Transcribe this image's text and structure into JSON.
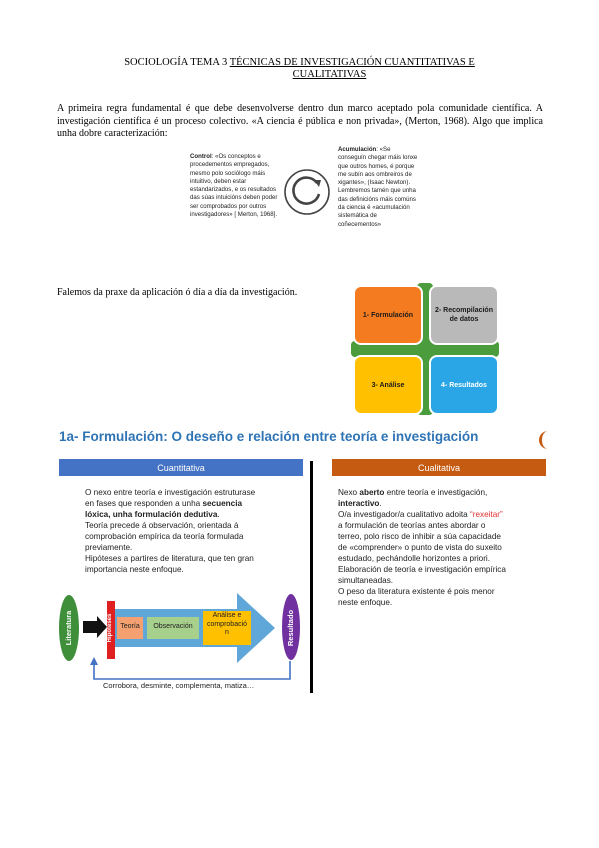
{
  "document": {
    "title_line1_pre": "SOCIOLOGÍA TEMA 3 ",
    "title_line1_u": "TÉCNICAS DE INVESTIGACIÓN CUANTITATIVAS E",
    "title_line2_u": "CUALITATIVAS",
    "paragraph": "A primeira regra fundamental é que debe desenvolverse dentro dun marco aceptado pola comunidade científica. A investigación científica é un proceso colectivo. «A ciencia é pública e non privada», (Merton, 1968). Algo que implica unha dobre caracterización:",
    "sentence": "Falemos da praxe da aplicación ó día a día da investigación."
  },
  "figure1": {
    "control_label": "Control",
    "control_text": ": «Os conceptos e procedementos empregados, mesmo polo sociólogo máis intuitivo, deben estar estandarizados, e os resultados das súas intuicións deben poder ser comprobados por outros investigadores» [ Merton, 1968].",
    "acum_label": "Acumulación",
    "acum_text": ": «Se conseguín chegar máis lonxe que outros homes, é porque me subín aos ombreiros de xigantes», (Isaac Newton). Lembremos tamén que unha das definicións máis comúns da ciencia é «acumulación sistemática de coñecementos»",
    "cycle_icon": "cycle-arrow-icon"
  },
  "figure2": {
    "boxes": [
      {
        "label": "1- Formulación",
        "color": "#f47b20",
        "text_color": "#1a1a1a"
      },
      {
        "label": "2- Recompilación de datos",
        "color": "#b9b9b9",
        "text_color": "#1a1a1a"
      },
      {
        "label": "3- Análise",
        "color": "#ffc000",
        "text_color": "#1a1a1a"
      },
      {
        "label": "4- Resultados",
        "color": "#2aa6e6",
        "text_color": "#ffffff"
      }
    ],
    "cross_color": "#4a9c3d"
  },
  "slide": {
    "title": "1a- Formulación: O deseño e relación entre teoría e investigación",
    "quant": {
      "header": "Cuantitativa",
      "header_color": "#4472c4",
      "line1": "O nexo entre teoría e investigación estruturase",
      "line2_pre": "en fases que responden a unha ",
      "line2_bold": "secuencia",
      "line3_bold": "lóxica, unha formulación dedutiva",
      "line3_post": ".",
      "line4": "Teoría precede á observación, orientada á",
      "line5": "comprobación empírica da teoría formulada",
      "line6": "previamente.",
      "line7": "Hipóteses a partires de literatura, que ten gran",
      "line8": "importancia neste enfoque."
    },
    "qual": {
      "header": "Cualitativa",
      "header_color": "#c55a11",
      "line1_pre": "Nexo ",
      "line1_bold": "aberto",
      "line1_post": " entre teoría e investigación,",
      "line2_bold": "interactivo",
      "line2_post": ".",
      "line3_pre": "O/a investigador/a cualitativo adoita ",
      "line3_red": "“rexeitar”",
      "line4": "a formulación de teorías antes abordar o",
      "line5": "terreo, polo risco de inhibir a súa capacidade",
      "line6": "de «comprender» o punto de vista do suxeito",
      "line7": "estudado, pechándolle horizontes a priori.",
      "line8": "Elaboración de teoría e investigación empírica",
      "line9": "simultaneadas.",
      "line10": "O peso da literatura existente é pois menor",
      "line11": "neste enfoque."
    },
    "flow": {
      "literatura": "Literatura",
      "hipoteses": "Hipóteses",
      "teoria": "Teoría",
      "observacion": "Observación",
      "analise_l1": "Análise e",
      "analise_l2": "comprobació",
      "analise_l3": "n",
      "resultado": "Resultado",
      "caption": "Corrobora, desminte, complementa, matiza…"
    }
  }
}
